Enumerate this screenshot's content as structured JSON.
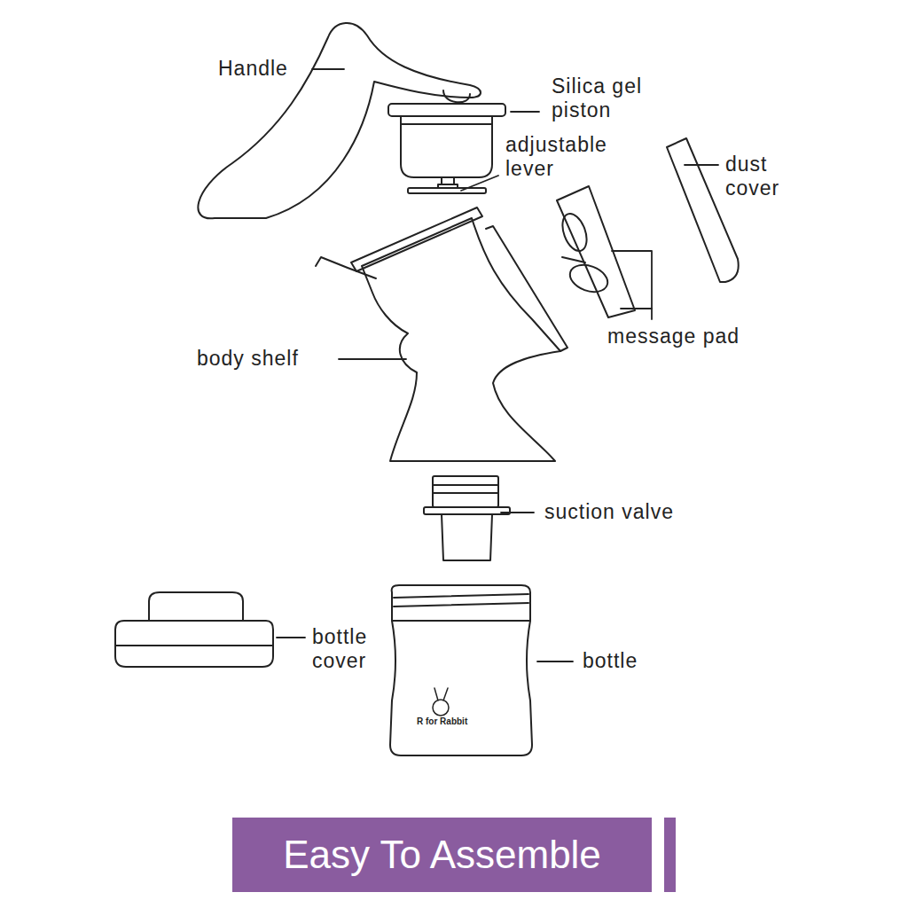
{
  "diagram": {
    "nodes": [
      {
        "text": [
          "Easy To Assemble"
        ]
      }
    ],
    "labels": [
      "Handle",
      "Silica gel piston",
      "adjustable lever",
      "dust cover",
      "message pad",
      "body shelf",
      "suction valve",
      "bottle cover",
      "bottle",
      "R for Rabbit"
    ]
  }
}
